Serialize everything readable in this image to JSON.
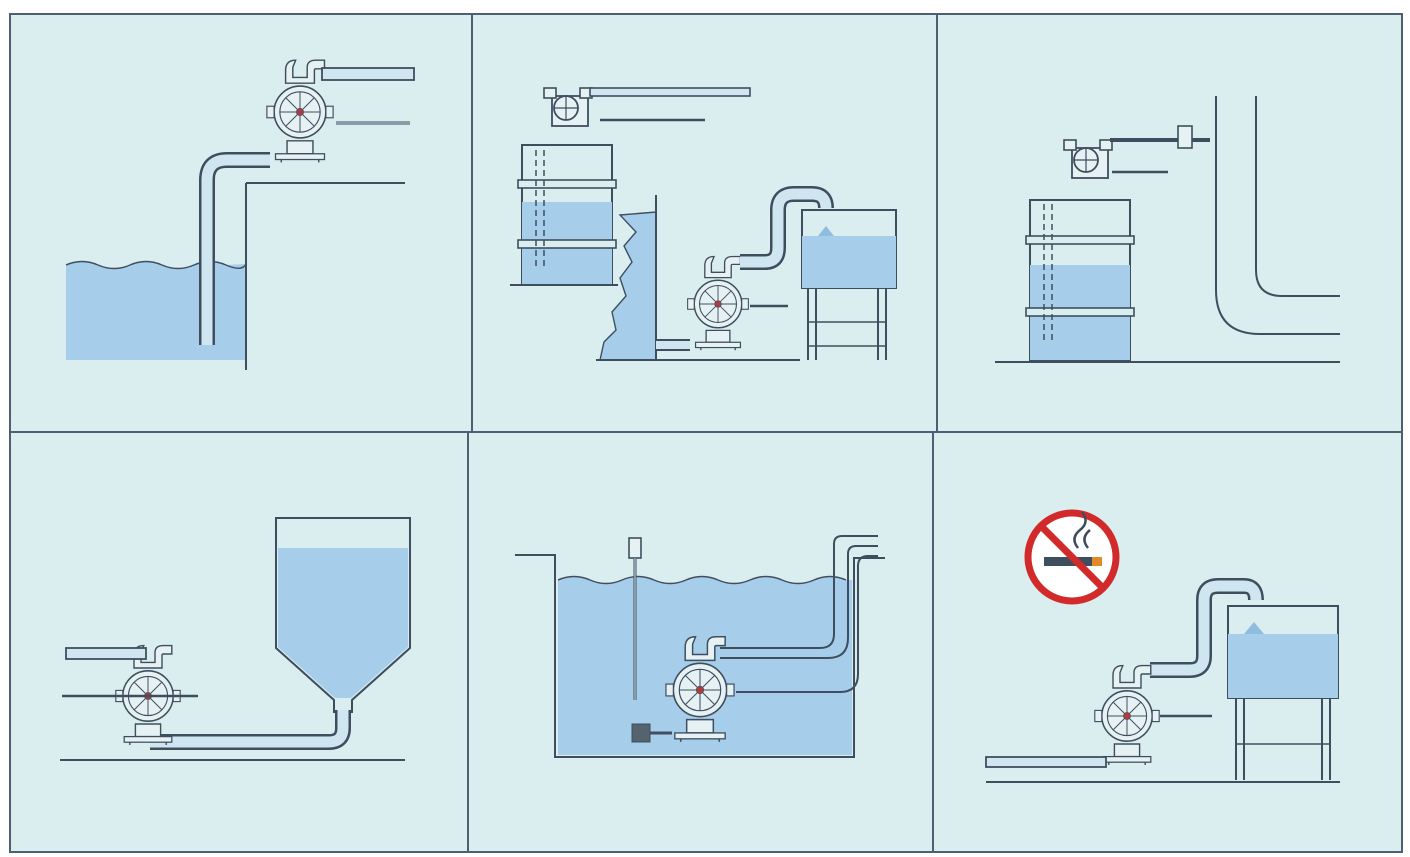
{
  "diagram": {
    "kind": "air-operated double diaphragm pump installation examples",
    "grid": {
      "rows": 2,
      "columns": 3
    },
    "colors": {
      "page_background": "#ffffff",
      "panel_background": "#daeef0",
      "panel_border": "#4e5f73",
      "liquid": "#a6cdea",
      "liquid_dark": "#8fbde0",
      "pipe_fill": "#cfe6f1",
      "line": "#3f4e5e",
      "pump_body": "#e6f1f4",
      "no_smoking_red": "#d22a2a"
    },
    "panels": [
      {
        "id": "suction-lift-from-pit",
        "icons": [
          "diaphragm-pump-icon",
          "open-pit-icon"
        ]
      },
      {
        "id": "drum-to-pump-to-tank",
        "icons": [
          "drum-pump-icon",
          "diaphragm-pump-icon",
          "elevated-tank-icon"
        ]
      },
      {
        "id": "drum-top-mounted-pump",
        "icons": [
          "drum-pump-icon",
          "wall-pipe-icon"
        ]
      },
      {
        "id": "gravity-fed-from-hopper",
        "icons": [
          "diaphragm-pump-icon",
          "hopper-icon"
        ]
      },
      {
        "id": "submerged-pump-in-tank",
        "icons": [
          "diaphragm-pump-icon",
          "open-tank-icon"
        ]
      },
      {
        "id": "no-smoking-transfer",
        "icons": [
          "no-smoking-icon",
          "diaphragm-pump-icon",
          "elevated-tank-icon"
        ]
      }
    ]
  }
}
